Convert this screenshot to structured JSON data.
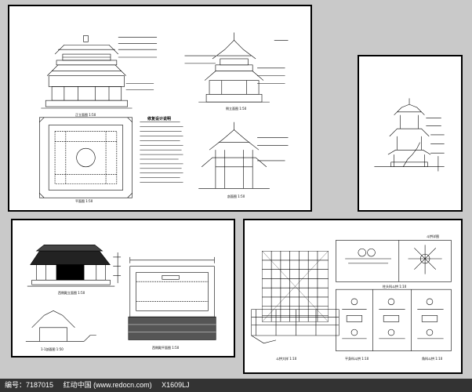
{
  "sheet_a": {
    "front_elevation_label": "正立面图 1:50",
    "plan_label": "平面图 1:50",
    "side_elevation_label": "侧立面图 1:50",
    "section_label": "剖面图 1:50",
    "notes_title": "修复设计说明"
  },
  "sheet_b": {
    "section_label": ""
  },
  "sheet_c": {
    "elevation_label": "西侧殿立面图 1:50",
    "plan_label": "西侧殿平面图 1:50",
    "section_label": "1-1剖面图 1:50"
  },
  "sheet_d": {
    "title_label": "斗拱详图",
    "left_label": "斗拱大样 1:10",
    "detail1_label": "柱头科斗拱 1:10",
    "detail2_label": "平身科斗拱 1:10",
    "detail3_label": "角科斗拱 1:10"
  },
  "footer": {
    "id_text": "编号：7187015",
    "site_text": "红动中国 (www.redocn.com)",
    "size_text": "X1609LJ"
  },
  "colors": {
    "background": "#c9c9c9",
    "line": "#000000",
    "footer_bg": "#333333"
  }
}
